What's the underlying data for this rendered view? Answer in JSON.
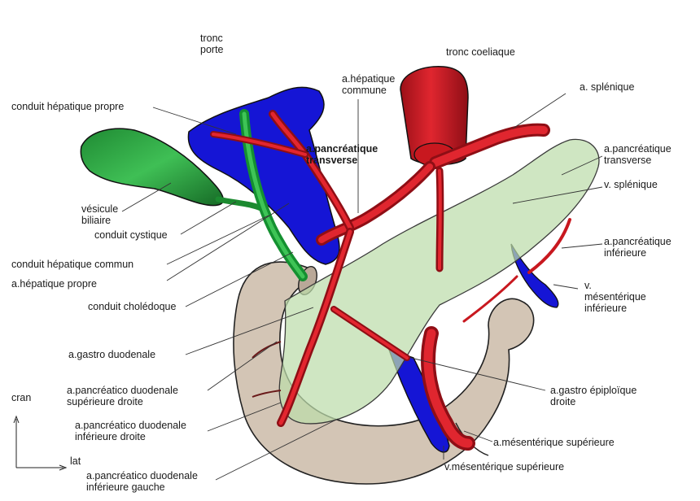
{
  "labels": {
    "tronc_porte": "tronc\nporte",
    "tronc_coeliaque": "tronc coeliaque",
    "a_hepatique_commune": "a.hépatique\ncommune",
    "a_splenique": "a. splénique",
    "conduit_hepatique_propre": "conduit hépatique propre",
    "a_pancreatique_transverse_center": "a.pancréatique\ntransverse",
    "a_pancreatique_transverse_right": "a.pancréatique\ntransverse",
    "v_splenique": "v. splénique",
    "vesicule_biliaire": "vésicule\nbiliaire",
    "conduit_cystique": "conduit cystique",
    "a_pancreatique_inferieure": "a.pancréatique\ninférieure",
    "conduit_hepatique_commun": "conduit hépatique commun",
    "a_hepatique_propre": "a.hépatique propre",
    "v_mesenterique_inferieure": "v.\nmésentérique\ninférieure",
    "conduit_choledoque": "conduit cholédoque",
    "a_gastro_duodenale": "a.gastro duodenale",
    "a_pd_sup_droite": "a.pancréatico duodenale\nsupérieure droite",
    "a_gastro_epiploique_droite": "a.gastro épiploïque\ndroite",
    "a_pd_inf_droite": "a.pancréatico duodenale\ninférieure droite",
    "a_mesenterique_superieure": "a.mésentérique supérieure",
    "v_mesenterique_superieure": "v.mésentérique supérieure",
    "a_pd_inf_gauche": "a.pancréatico duodenale\ninférieure gauche"
  },
  "orientation": {
    "up": "cran",
    "right": "lat"
  },
  "colors": {
    "artery": "#d8202a",
    "vein": "#1a1ad0",
    "bile": "#22a33a",
    "pancreas": "#b9d8a8",
    "duodenum": "#d2c4b4"
  }
}
